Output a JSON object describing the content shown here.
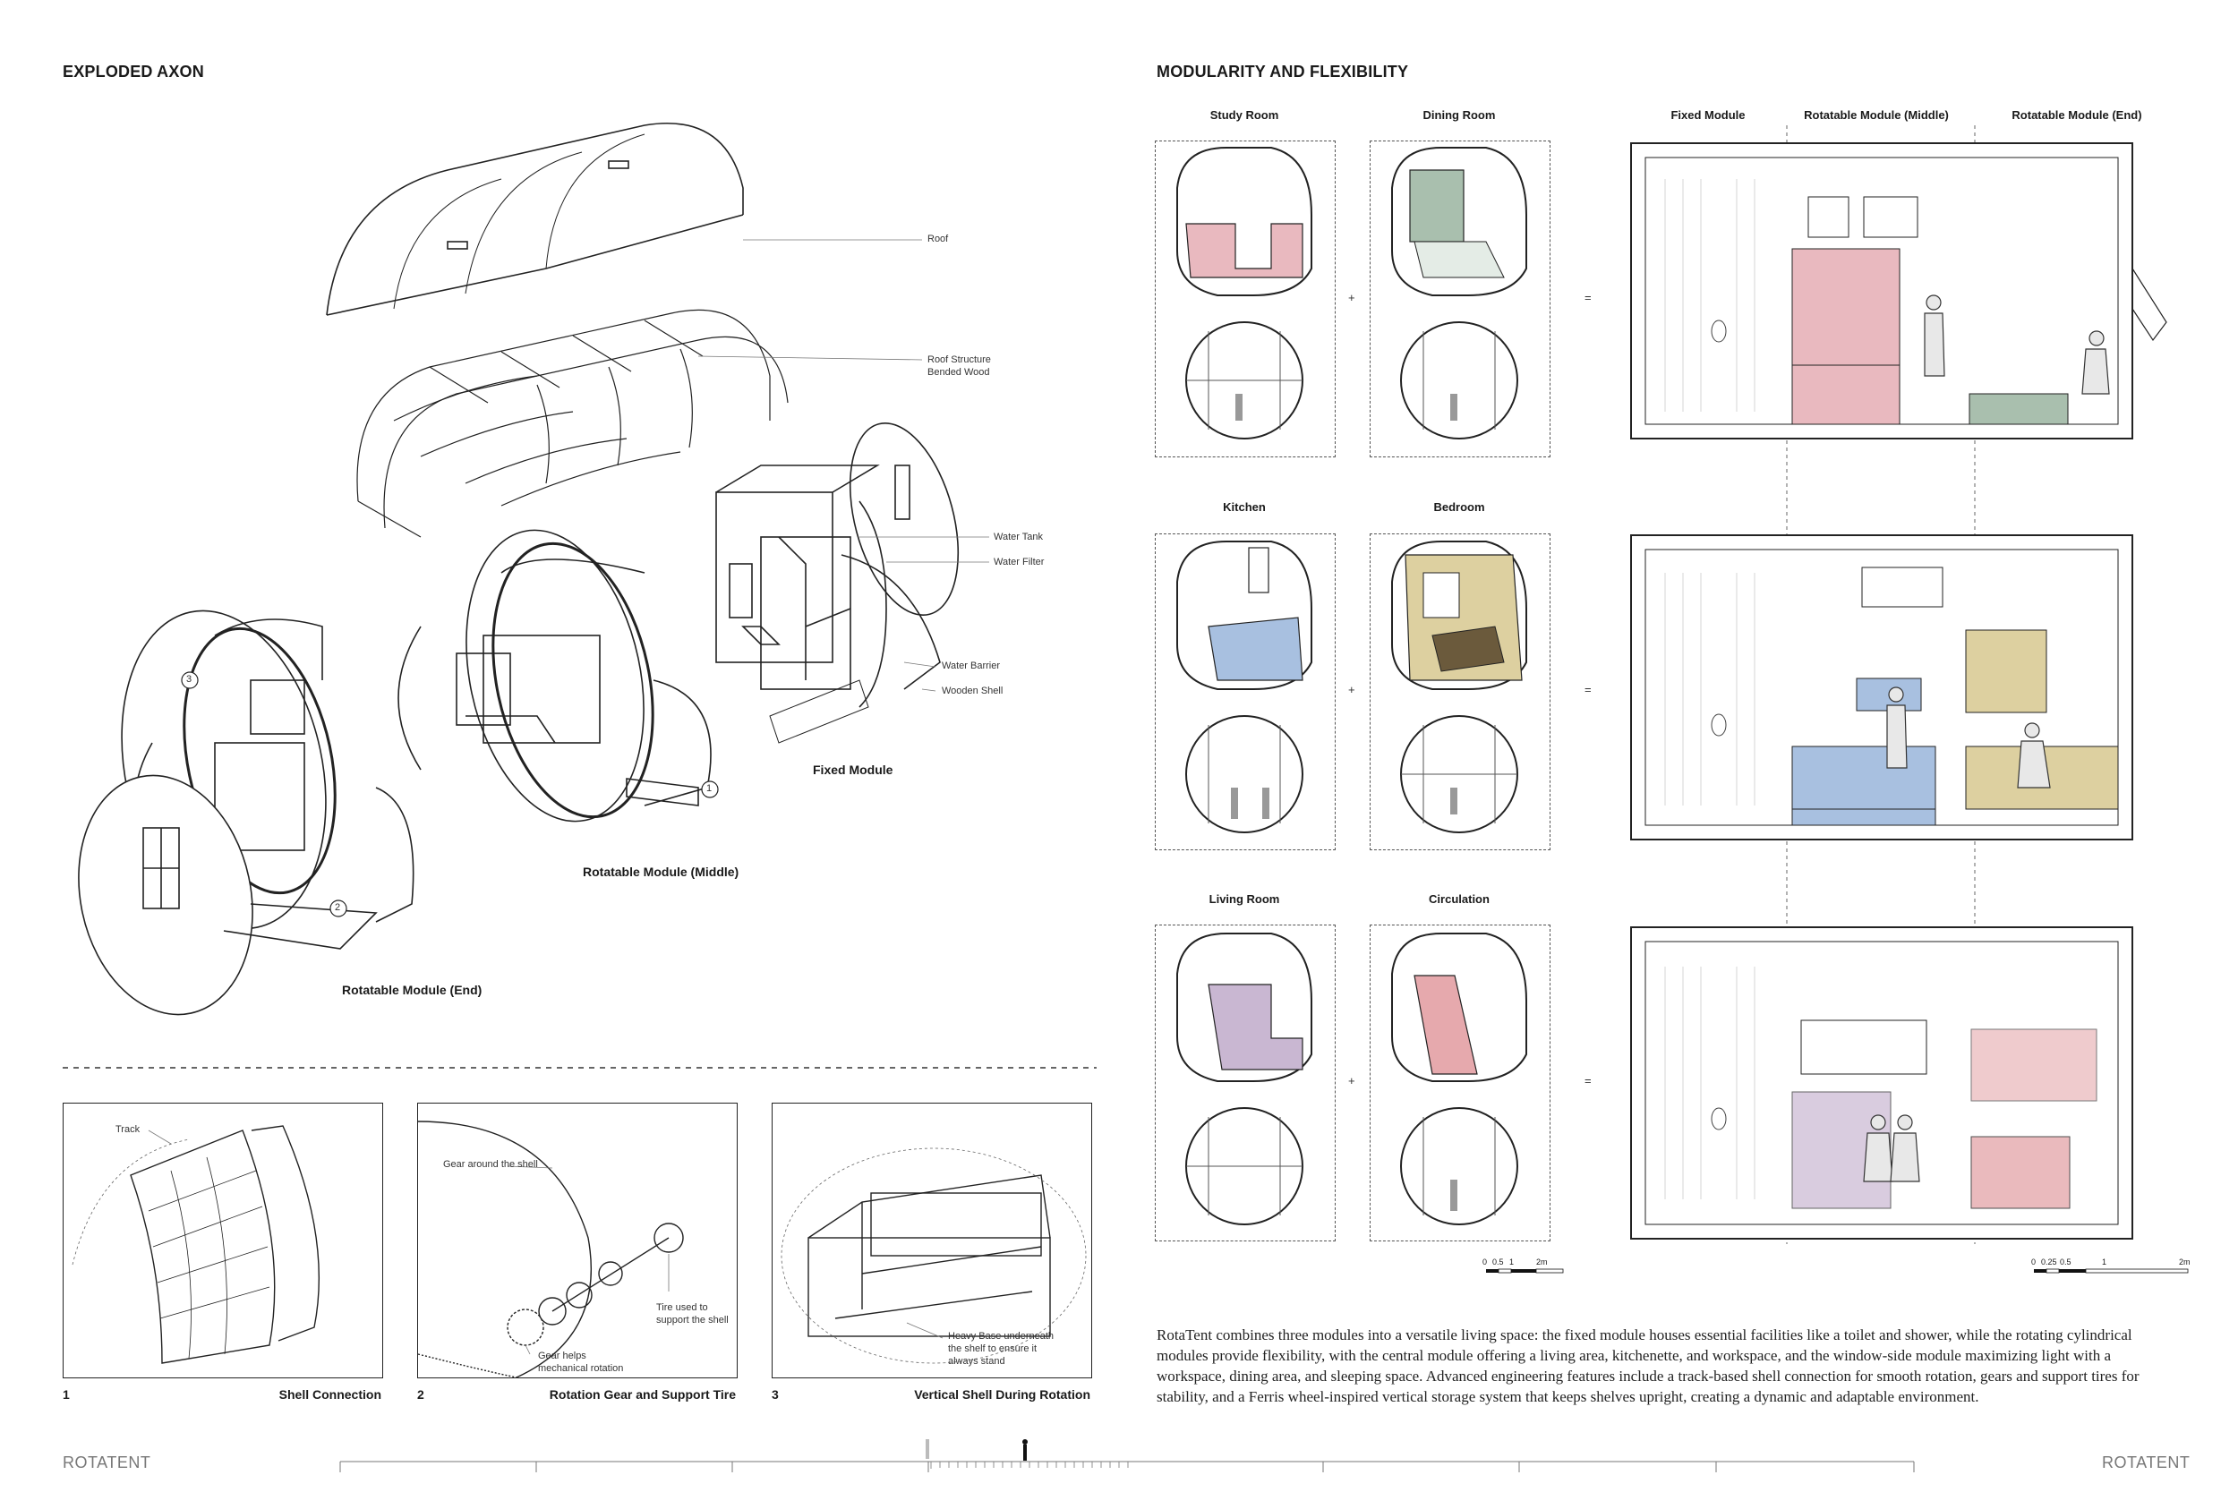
{
  "left": {
    "title": "EXPLODED AXON",
    "labels": {
      "roof": "Roof",
      "roof_structure_1": "Roof Structure",
      "roof_structure_2": "Bended Wood",
      "water_tank": "Water Tank",
      "water_filter": "Water Filter",
      "water_barrier": "Water Barrier",
      "wooden_shell": "Wooden Shell"
    },
    "modules": {
      "fixed": "Fixed Module",
      "middle": "Rotatable Module (Middle)",
      "end": "Rotatable Module (End)"
    },
    "callouts": [
      "1",
      "2",
      "3"
    ],
    "details": [
      {
        "num": "1",
        "title": "Shell Connection",
        "notes": [
          "Track"
        ]
      },
      {
        "num": "2",
        "title": "Rotation Gear and Support Tire",
        "notes": [
          "Gear around the shell",
          "Tire used to",
          "support the shell",
          "Gear helps",
          "mechanical rotation"
        ]
      },
      {
        "num": "3",
        "title": "Vertical Shell During Rotation",
        "notes": [
          "Heavy Base underneath",
          "the shelf to ensure it",
          "always stand"
        ]
      }
    ]
  },
  "right": {
    "title": "MODULARITY AND FLEXIBILITY",
    "columns": [
      "Fixed Module",
      "Rotatable Module (Middle)",
      "Rotatable Module (End)"
    ],
    "rows": [
      {
        "a": "Study Room",
        "b": "Dining Room"
      },
      {
        "a": "Kitchen",
        "b": "Bedroom"
      },
      {
        "a": "Living Room",
        "b": "Circulation"
      }
    ],
    "plus": "+",
    "equals": "=",
    "scale1": [
      "0",
      "0.5",
      "1",
      "2m"
    ],
    "scale2": [
      "0",
      "0.25",
      "0.5",
      "1",
      "2m"
    ],
    "description": "RotaTent combines three modules into a versatile living space: the fixed module houses essential facilities like a toilet and shower, while the rotating cylindrical modules provide flexibility, with the central module offering a living area, kitchenette, and workspace, and the window-side module maximizing light with a workspace, dining area, and sleeping space. Advanced engineering features include a track-based shell connection for smooth rotation, gears and support tires for stability, and a Ferris wheel-inspired vertical storage system that keeps shelves upright, creating a dynamic and adaptable environment."
  },
  "footer": {
    "left": "ROTATENT",
    "right": "ROTATENT"
  },
  "colors": {
    "study": "#e9b9bf",
    "dining": "#a9bfae",
    "kitchen": "#a8c0e0",
    "bedroom": "#ddd0a0",
    "living": "#c9b7d2",
    "circulation": "#e6a9ad",
    "bedroom_dark": "#6b5a3c"
  }
}
